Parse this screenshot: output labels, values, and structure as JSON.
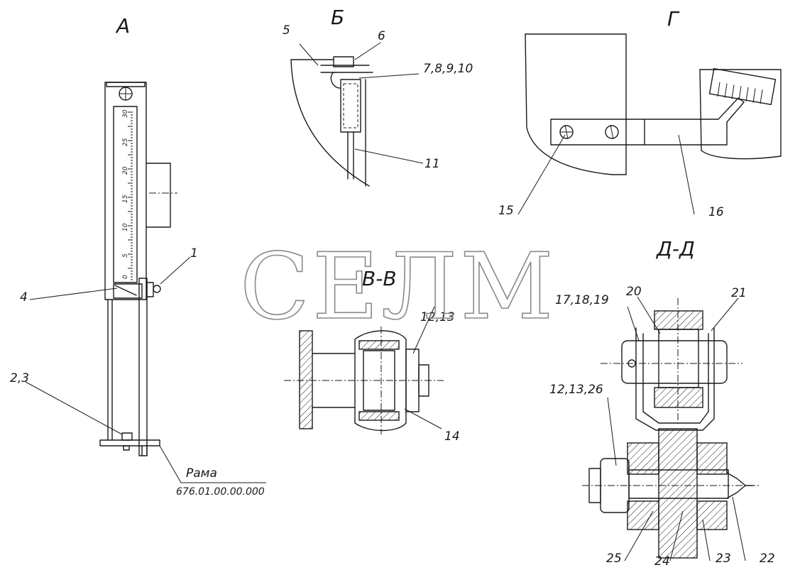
{
  "watermark": "СЕЛМ",
  "views": {
    "a": "А",
    "b": "Б",
    "g": "Г",
    "vv": "В-В",
    "dd": "Д-Д"
  },
  "scale_ticks": [
    "30",
    "25",
    "20",
    "15",
    "10",
    "5",
    "0"
  ],
  "callouts": {
    "c1": "1",
    "c4": "4",
    "c23": "2,3",
    "c5": "5",
    "c6": "6",
    "c7": "7,8,9,10",
    "c11": "11",
    "c1213a": "12,13",
    "c14": "14",
    "c15": "15",
    "c16": "16",
    "c171819": "17,18,19",
    "c20": "20",
    "c21": "21",
    "c121326": "12,13,26",
    "c25": "25",
    "c24": "24",
    "c23b": "23",
    "c22": "22"
  },
  "frame_label": {
    "name": "Рама",
    "code": "676.01.00.00.000"
  }
}
